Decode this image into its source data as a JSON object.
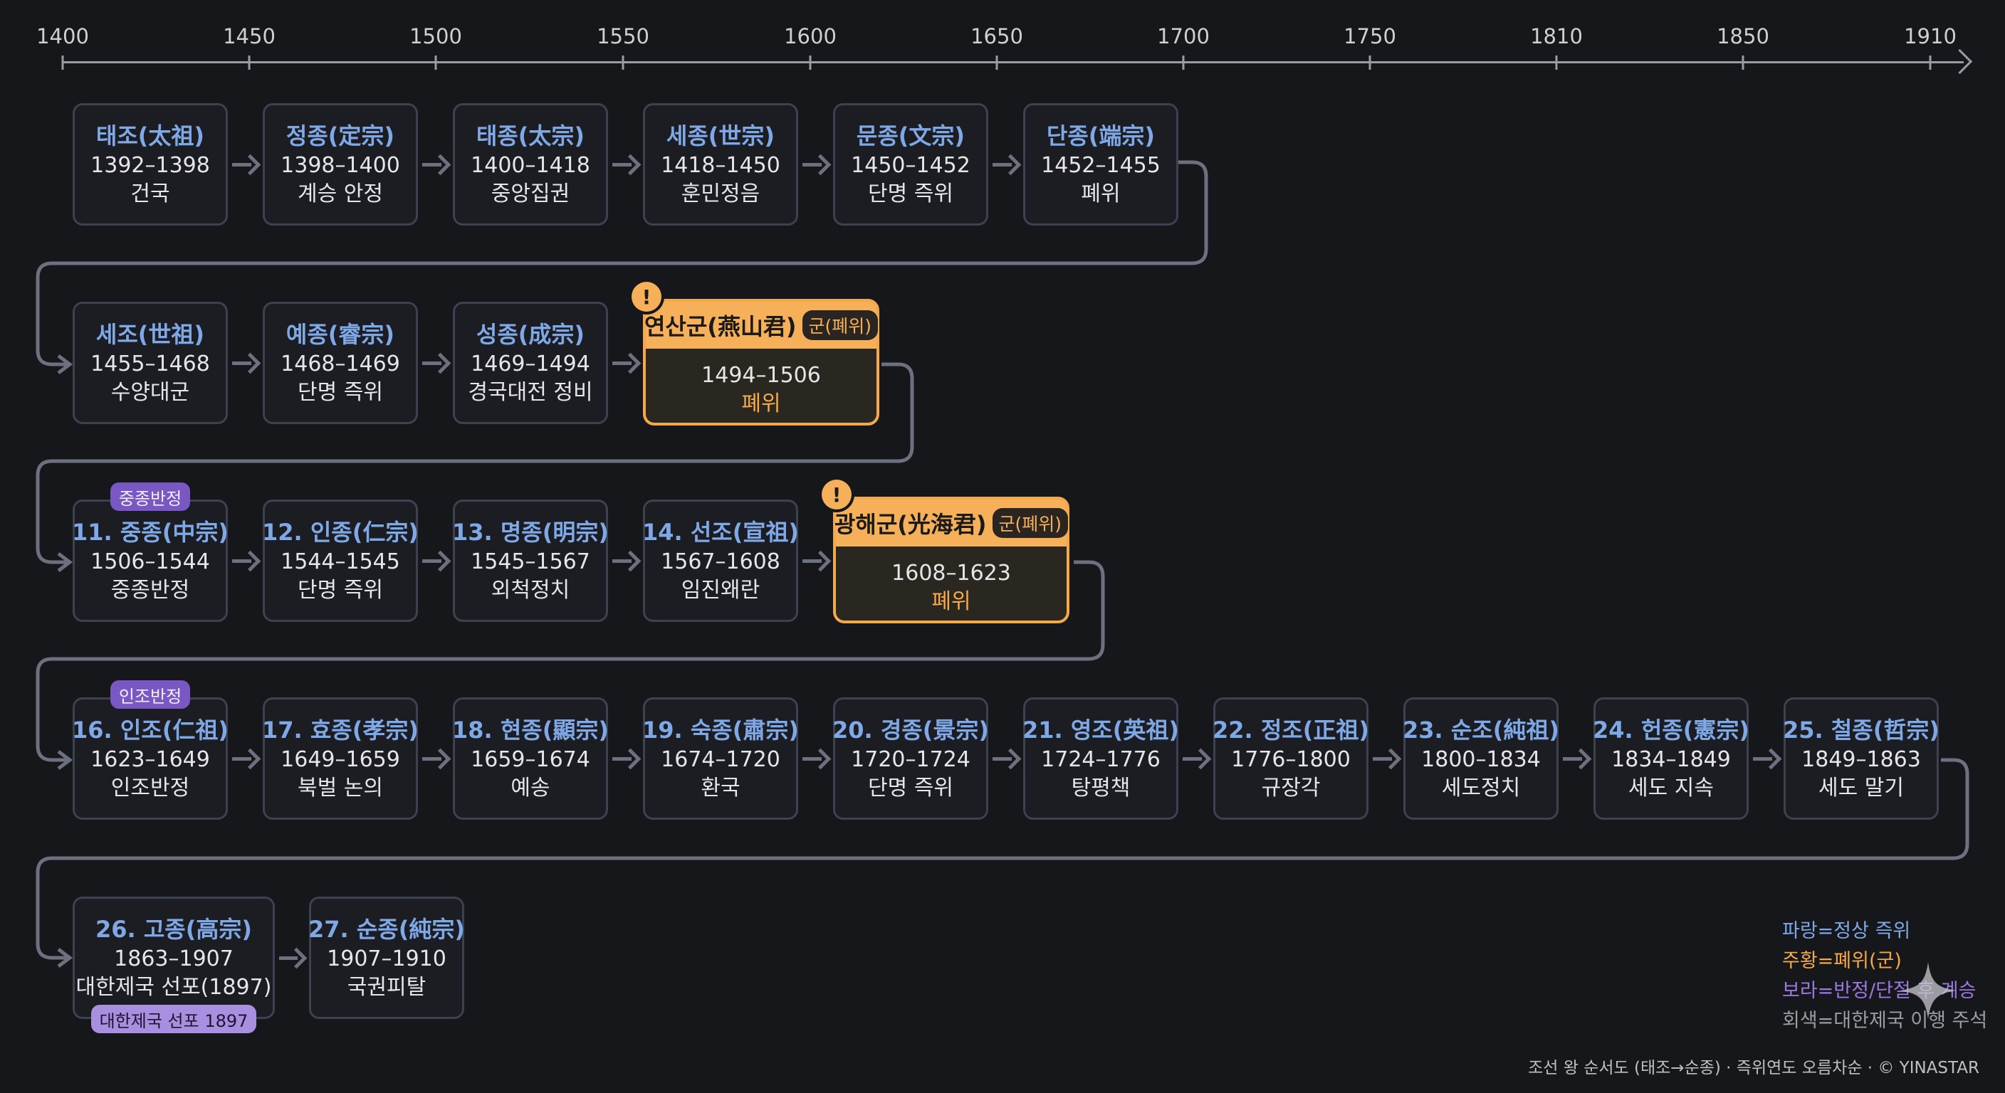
{
  "timeline": {
    "ticks": [
      "1400",
      "1450",
      "1500",
      "1550",
      "1600",
      "1650",
      "1700",
      "1750",
      "1810",
      "1850",
      "1910"
    ]
  },
  "kings": [
    {
      "name": "태조(太祖)",
      "years": "1392–1398",
      "note": "건국"
    },
    {
      "name": "정종(定宗)",
      "years": "1398–1400",
      "note": "계승 안정"
    },
    {
      "name": "태종(太宗)",
      "years": "1400–1418",
      "note": "중앙집권"
    },
    {
      "name": "세종(世宗)",
      "years": "1418–1450",
      "note": "훈민정음"
    },
    {
      "name": "문종(文宗)",
      "years": "1450–1452",
      "note": "단명 즉위"
    },
    {
      "name": "단종(端宗)",
      "years": "1452–1455",
      "note": "폐위"
    },
    {
      "name": "세조(世祖)",
      "years": "1455–1468",
      "note": "수양대군"
    },
    {
      "name": "예종(睿宗)",
      "years": "1468–1469",
      "note": "단명 즉위"
    },
    {
      "name": "성종(成宗)",
      "years": "1469–1494",
      "note": "경국대전 정비"
    },
    {
      "name": "연산군(燕山君)",
      "years": "1494–1506",
      "note": "폐위",
      "badge": "군(폐위)",
      "alert": "!"
    },
    {
      "name": "11. 중종(中宗)",
      "years": "1506–1544",
      "note": "중종반정",
      "tag": "중종반정"
    },
    {
      "name": "12. 인종(仁宗)",
      "years": "1544–1545",
      "note": "단명 즉위"
    },
    {
      "name": "13. 명종(明宗)",
      "years": "1545–1567",
      "note": "외척정치"
    },
    {
      "name": "14. 선조(宣祖)",
      "years": "1567–1608",
      "note": "임진왜란"
    },
    {
      "name": "광해군(光海君)",
      "years": "1608–1623",
      "note": "폐위",
      "badge": "군(폐위)",
      "alert": "!"
    },
    {
      "name": "16. 인조(仁祖)",
      "years": "1623–1649",
      "note": "인조반정",
      "tag": "인조반정"
    },
    {
      "name": "17. 효종(孝宗)",
      "years": "1649–1659",
      "note": "북벌 논의"
    },
    {
      "name": "18. 현종(顯宗)",
      "years": "1659–1674",
      "note": "예송"
    },
    {
      "name": "19. 숙종(肅宗)",
      "years": "1674–1720",
      "note": "환국"
    },
    {
      "name": "20. 경종(景宗)",
      "years": "1720–1724",
      "note": "단명 즉위"
    },
    {
      "name": "21. 영조(英祖)",
      "years": "1724–1776",
      "note": "탕평책"
    },
    {
      "name": "22. 정조(正祖)",
      "years": "1776–1800",
      "note": "규장각"
    },
    {
      "name": "23. 순조(純祖)",
      "years": "1800–1834",
      "note": "세도정치"
    },
    {
      "name": "24. 헌종(憲宗)",
      "years": "1834–1849",
      "note": "세도 지속"
    },
    {
      "name": "25. 철종(哲宗)",
      "years": "1849–1863",
      "note": "세도 말기"
    },
    {
      "name": "26. 고종(高宗)",
      "years": "1863–1907",
      "note": "대한제국 선포(1897)",
      "tag": "대한제국 선포 1897"
    },
    {
      "name": "27. 순종(純宗)",
      "years": "1907–1910",
      "note": "국권피탈"
    }
  ],
  "legend": [
    {
      "text": "파랑=정상 즉위",
      "color": "#7fa8e6"
    },
    {
      "text": "주황=폐위(군)",
      "color": "#f3a94a"
    },
    {
      "text": "보라=반정/단절 후 계승",
      "color": "#9a78e0"
    },
    {
      "text": "회색=대한제국 이행 주석",
      "color": "#9a9ca2"
    }
  ],
  "footer": "조선 왕 순서도 (태조→순종) · 즉위연도 오름차순 · © YINASTAR",
  "colors": {
    "normal": "#7fa8e6",
    "deposed": "#f3a94a",
    "restoration": "#7a58c4",
    "connector": "#6c7180"
  }
}
